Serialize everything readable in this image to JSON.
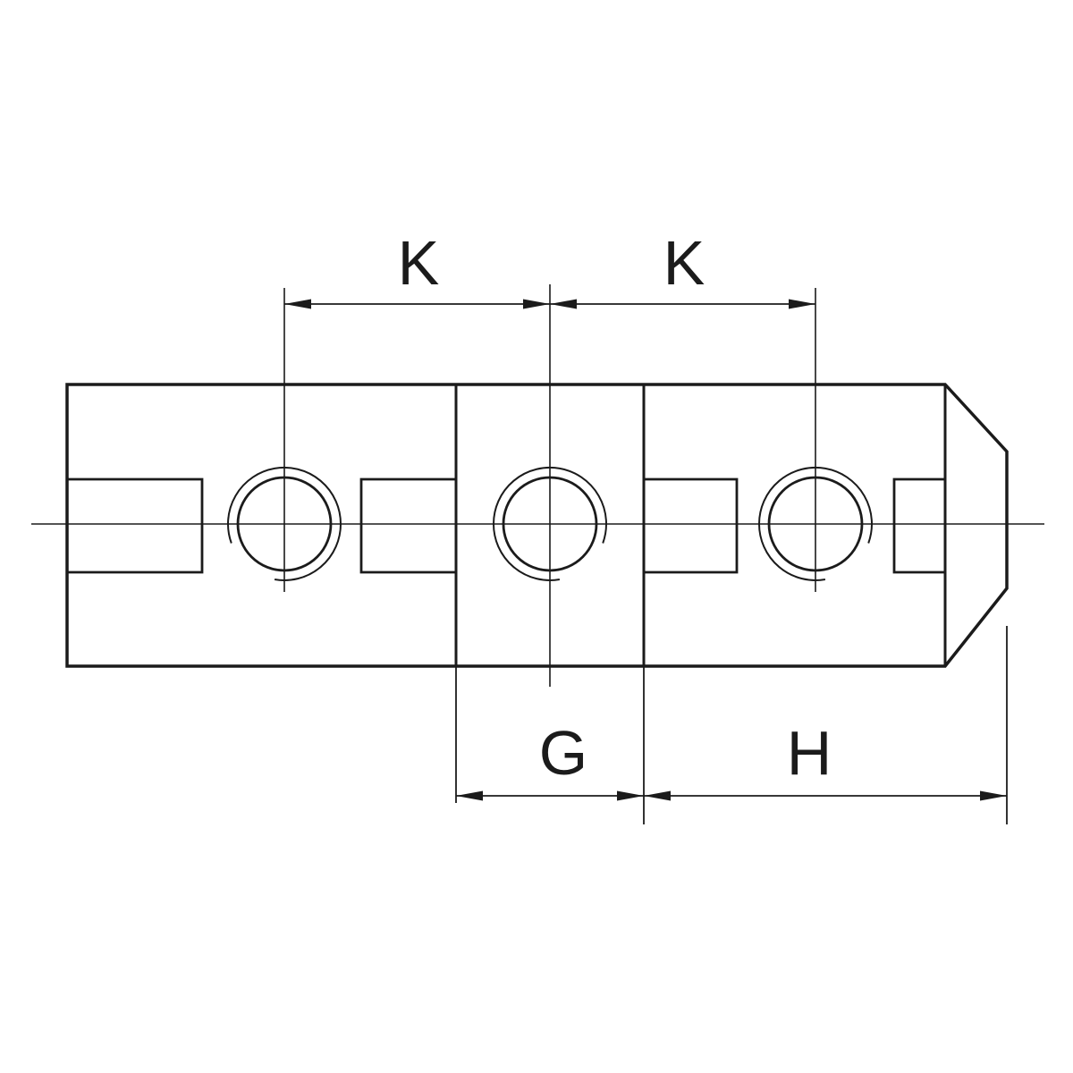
{
  "drawing": {
    "kind": "technical-drawing",
    "line_color": "#1b1b1b",
    "background_color": "#ffffff",
    "dimension_labels": {
      "k1": "K",
      "k2": "K",
      "g": "G",
      "h": "H"
    }
  }
}
